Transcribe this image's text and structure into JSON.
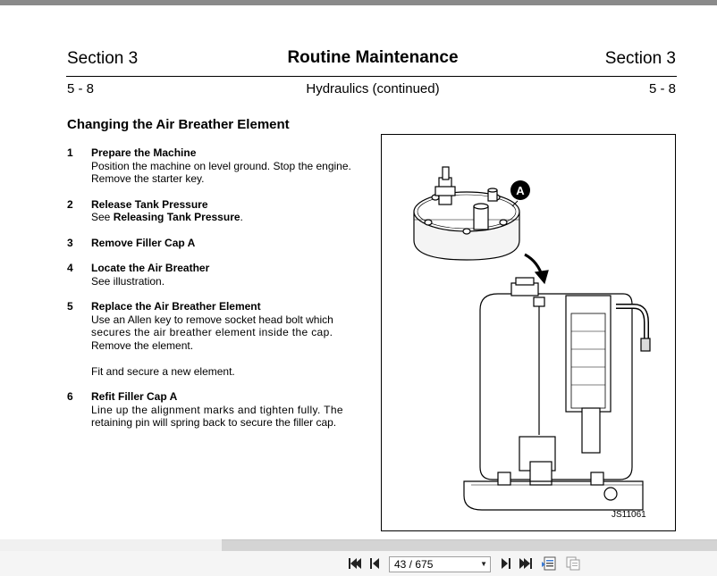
{
  "header": {
    "section_left": "Section 3",
    "title": "Routine Maintenance",
    "section_right": "Section 3",
    "page_left": "5 - 8",
    "subtitle": "Hydraulics (continued)",
    "page_right": "5 - 8"
  },
  "heading": "Changing the Air Breather Element",
  "steps": [
    {
      "num": "1",
      "title": "Prepare the Machine",
      "lines": [
        "Position the machine on level ground. Stop the engine.",
        "Remove the starter key."
      ]
    },
    {
      "num": "2",
      "title": "Release Tank Pressure",
      "see_prefix": "See ",
      "see_ref": "Releasing Tank Pressure",
      "see_suffix": "."
    },
    {
      "num": "3",
      "title": "Remove Filler Cap A"
    },
    {
      "num": "4",
      "title": "Locate the Air Breather",
      "lines": [
        "See illustration."
      ]
    },
    {
      "num": "5",
      "title": "Replace the Air Breather Element",
      "lines": [
        "Use an Allen key to remove socket head bolt which",
        "secures the air breather element inside the cap.",
        "Remove the element."
      ],
      "extra": "Fit and secure a new element."
    },
    {
      "num": "6",
      "title": "Refit Filler Cap A",
      "lines": [
        "Line up the alignment marks and tighten fully. The",
        "retaining pin will spring back to secure the filler cap."
      ]
    }
  ],
  "illustration": {
    "callout": "A",
    "figure_id": "JS11061"
  },
  "toolbar": {
    "page_indicator": "43 / 675",
    "icons": [
      "first-page-icon",
      "previous-page-icon",
      "next-page-icon",
      "last-page-icon",
      "table-of-contents-icon",
      "copy-icon"
    ]
  }
}
